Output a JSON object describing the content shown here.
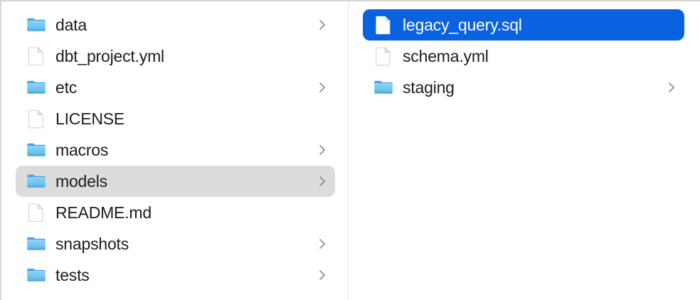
{
  "window": {
    "view_mode": "column",
    "accent_color": "#0a62e0",
    "highlight_color": "#dcdcdc",
    "text_color": "#1d1d1f",
    "folder_color": "#58b6ef",
    "chevron_color": "#8a8a8e"
  },
  "columns": [
    {
      "name": "project-root-column",
      "items": [
        {
          "label": "data",
          "kind": "folder",
          "icon": "folder-icon",
          "has_chevron": true,
          "selected": false,
          "selection_style": "none"
        },
        {
          "label": "dbt_project.yml",
          "kind": "file",
          "icon": "document-icon",
          "has_chevron": false,
          "selected": false,
          "selection_style": "none"
        },
        {
          "label": "etc",
          "kind": "folder",
          "icon": "folder-icon",
          "has_chevron": true,
          "selected": false,
          "selection_style": "none"
        },
        {
          "label": "LICENSE",
          "kind": "file",
          "icon": "document-icon",
          "has_chevron": false,
          "selected": false,
          "selection_style": "none"
        },
        {
          "label": "macros",
          "kind": "folder",
          "icon": "folder-icon",
          "has_chevron": true,
          "selected": false,
          "selection_style": "none"
        },
        {
          "label": "models",
          "kind": "folder",
          "icon": "folder-icon",
          "has_chevron": true,
          "selected": true,
          "selection_style": "gray"
        },
        {
          "label": "README.md",
          "kind": "file",
          "icon": "document-icon",
          "has_chevron": false,
          "selected": false,
          "selection_style": "none"
        },
        {
          "label": "snapshots",
          "kind": "folder",
          "icon": "folder-icon",
          "has_chevron": true,
          "selected": false,
          "selection_style": "none"
        },
        {
          "label": "tests",
          "kind": "folder",
          "icon": "folder-icon",
          "has_chevron": true,
          "selected": false,
          "selection_style": "none"
        }
      ]
    },
    {
      "name": "models-column",
      "items": [
        {
          "label": "legacy_query.sql",
          "kind": "file",
          "icon": "document-icon",
          "has_chevron": false,
          "selected": true,
          "selection_style": "blue"
        },
        {
          "label": "schema.yml",
          "kind": "file",
          "icon": "document-icon",
          "has_chevron": false,
          "selected": false,
          "selection_style": "none"
        },
        {
          "label": "staging",
          "kind": "folder",
          "icon": "folder-icon",
          "has_chevron": true,
          "selected": false,
          "selection_style": "none"
        }
      ]
    }
  ]
}
